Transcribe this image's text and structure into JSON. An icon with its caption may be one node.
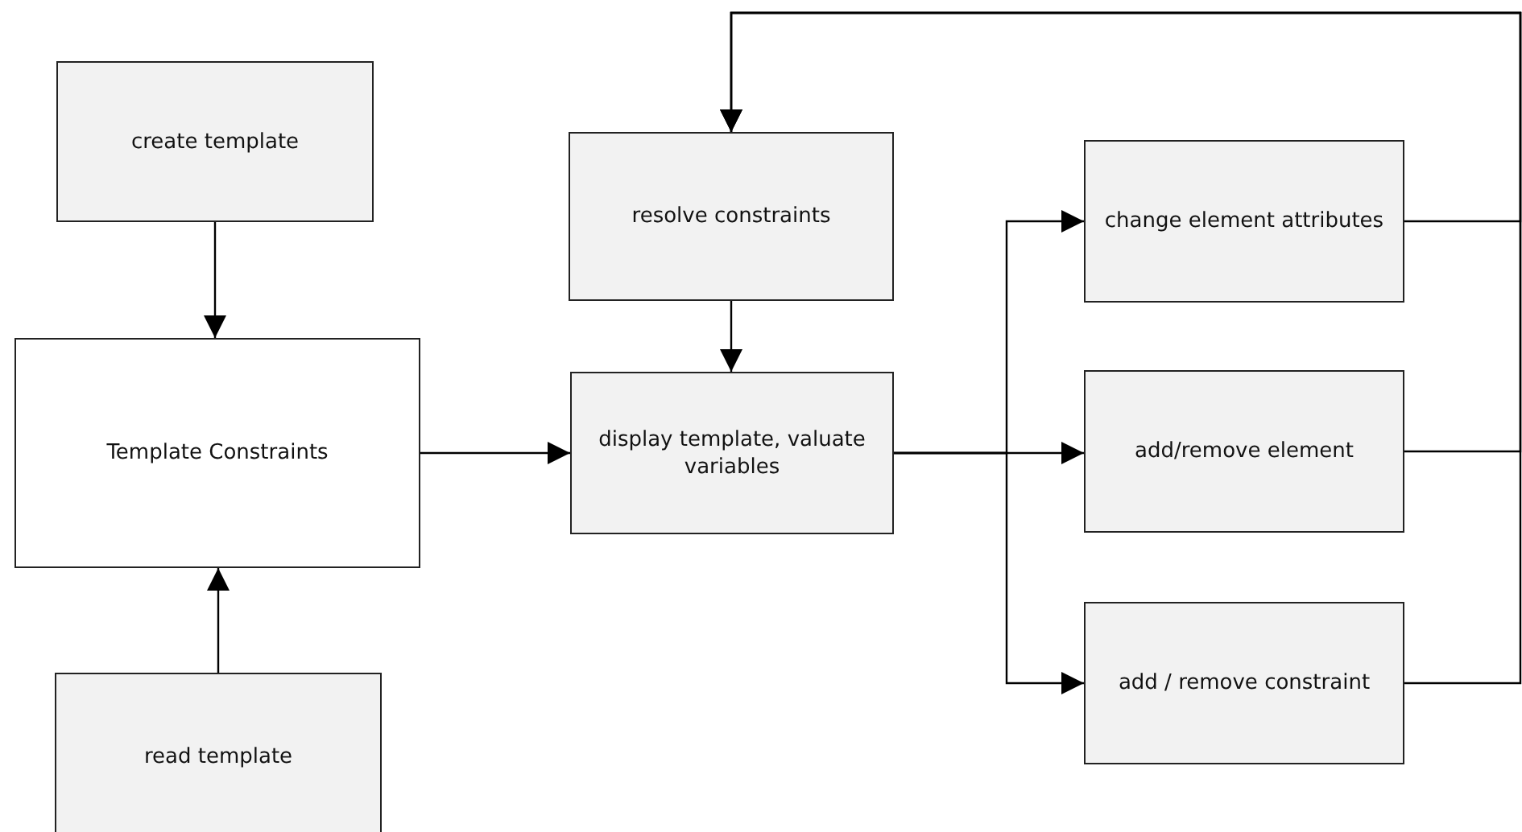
{
  "diagram": {
    "nodes": [
      {
        "text": [
          "create template"
        ]
      },
      {
        "text": [
          "Template Constraints"
        ]
      },
      {
        "text": [
          "read template"
        ]
      },
      {
        "text": [
          "resolve constraints"
        ]
      },
      {
        "text": [
          "display template, valuate variables"
        ]
      },
      {
        "text": [
          "change element attributes"
        ]
      },
      {
        "text": [
          "add/remove element"
        ]
      },
      {
        "text": [
          "add / remove constraint"
        ]
      }
    ],
    "edges": [
      {
        "from": 0,
        "to": 1,
        "arrow": "to"
      },
      {
        "from": 2,
        "to": 1,
        "arrow": "to"
      },
      {
        "from": 1,
        "to": 4,
        "arrow": "to"
      },
      {
        "from": 3,
        "to": 4,
        "arrow": "to"
      },
      {
        "from": 4,
        "to": 5,
        "arrow": "to"
      },
      {
        "from": 4,
        "to": 6,
        "arrow": "to"
      },
      {
        "from": 4,
        "to": 7,
        "arrow": "to"
      },
      {
        "from": 5,
        "to": 3,
        "arrow": "to"
      },
      {
        "from": 6,
        "to": 3,
        "arrow": "to"
      },
      {
        "from": 7,
        "to": 3,
        "arrow": "to"
      }
    ]
  }
}
